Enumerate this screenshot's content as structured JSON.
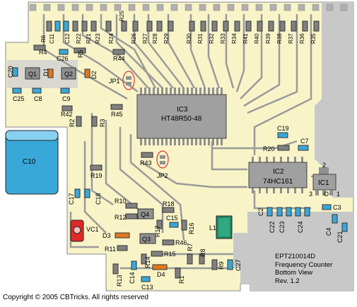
{
  "board": {
    "caption": [
      "EPT210014D",
      "Frequency Counter",
      "Bottom View",
      "Rev. 1.2"
    ],
    "copyright": "Copyright © 2005 CBTricks. All rights reserved"
  },
  "chips": [
    {
      "id": "ic3",
      "lines": [
        "IC3",
        "HT48R50-48"
      ]
    },
    {
      "id": "ic2",
      "lines": [
        "IC2",
        "74HC161"
      ]
    },
    {
      "id": "ic1",
      "lines": [
        "IC1"
      ]
    }
  ],
  "labels": {
    "top_row": [
      "R6",
      "C11",
      "C12",
      "R22",
      "R21",
      "R23",
      "R24",
      "R25",
      "R26",
      "R27",
      "R28",
      "R29",
      "R30",
      "R31",
      "R32",
      "R33",
      "R34",
      "R41",
      "R40",
      "R39",
      "R38",
      "R37",
      "R36",
      "R35"
    ],
    "left": [
      "R4",
      "R5",
      "C26",
      "C20",
      "Q1",
      "Q2",
      "D1",
      "D2",
      "C25",
      "C8",
      "C9",
      "R42",
      "R2",
      "R3",
      "R45",
      "R44",
      "JP1",
      "C10",
      "R19",
      "C17",
      "C18",
      "R43",
      "JP2"
    ],
    "middle": [
      "C19",
      "C7",
      "R20",
      "2",
      "3",
      "O",
      "1",
      "C3",
      "R10",
      "R12",
      "R18",
      "Q4",
      "C15",
      "VC1",
      "D3",
      "R17",
      "R16",
      "Q3",
      "R46",
      "L1",
      "R11",
      "R15",
      "R14",
      "R7",
      "R8",
      "R9",
      "C27",
      "C14",
      "D4",
      "R13",
      "C13",
      "R1",
      "C2",
      "C22",
      "C23",
      "C24",
      "C4",
      "C21"
    ]
  },
  "colors": {
    "pcb": "#f8f4c8",
    "copper": "#c8c8c8",
    "chip": "#a0a0a0",
    "cap": "#38a8d8",
    "inductor": "#208868",
    "trimmer": "#e02828",
    "diode": "#e07820",
    "jumper_ring": "#e03030"
  }
}
